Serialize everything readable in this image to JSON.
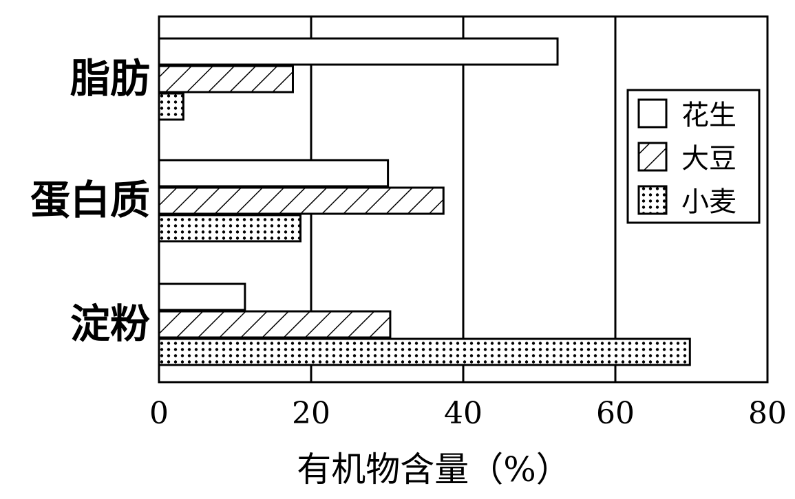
{
  "chart_data": {
    "type": "bar",
    "orientation": "horizontal",
    "title": "",
    "xlabel": "有机物含量（%）",
    "ylabel": "",
    "xlim": [
      0,
      80
    ],
    "xticks": [
      0,
      20,
      40,
      60,
      80
    ],
    "grid": true,
    "legend_position": "right",
    "categories": [
      "脂肪",
      "蛋白质",
      "淀粉"
    ],
    "series": [
      {
        "name": "花生",
        "pattern": "blank",
        "values": [
          52.4,
          30.1,
          11.3
        ]
      },
      {
        "name": "大豆",
        "pattern": "hatch",
        "values": [
          17.6,
          37.4,
          30.4
        ]
      },
      {
        "name": "小麦",
        "pattern": "dots",
        "values": [
          3.2,
          18.6,
          69.8
        ]
      }
    ]
  },
  "colors": {
    "stroke": "#000000",
    "fill": "#ffffff"
  }
}
